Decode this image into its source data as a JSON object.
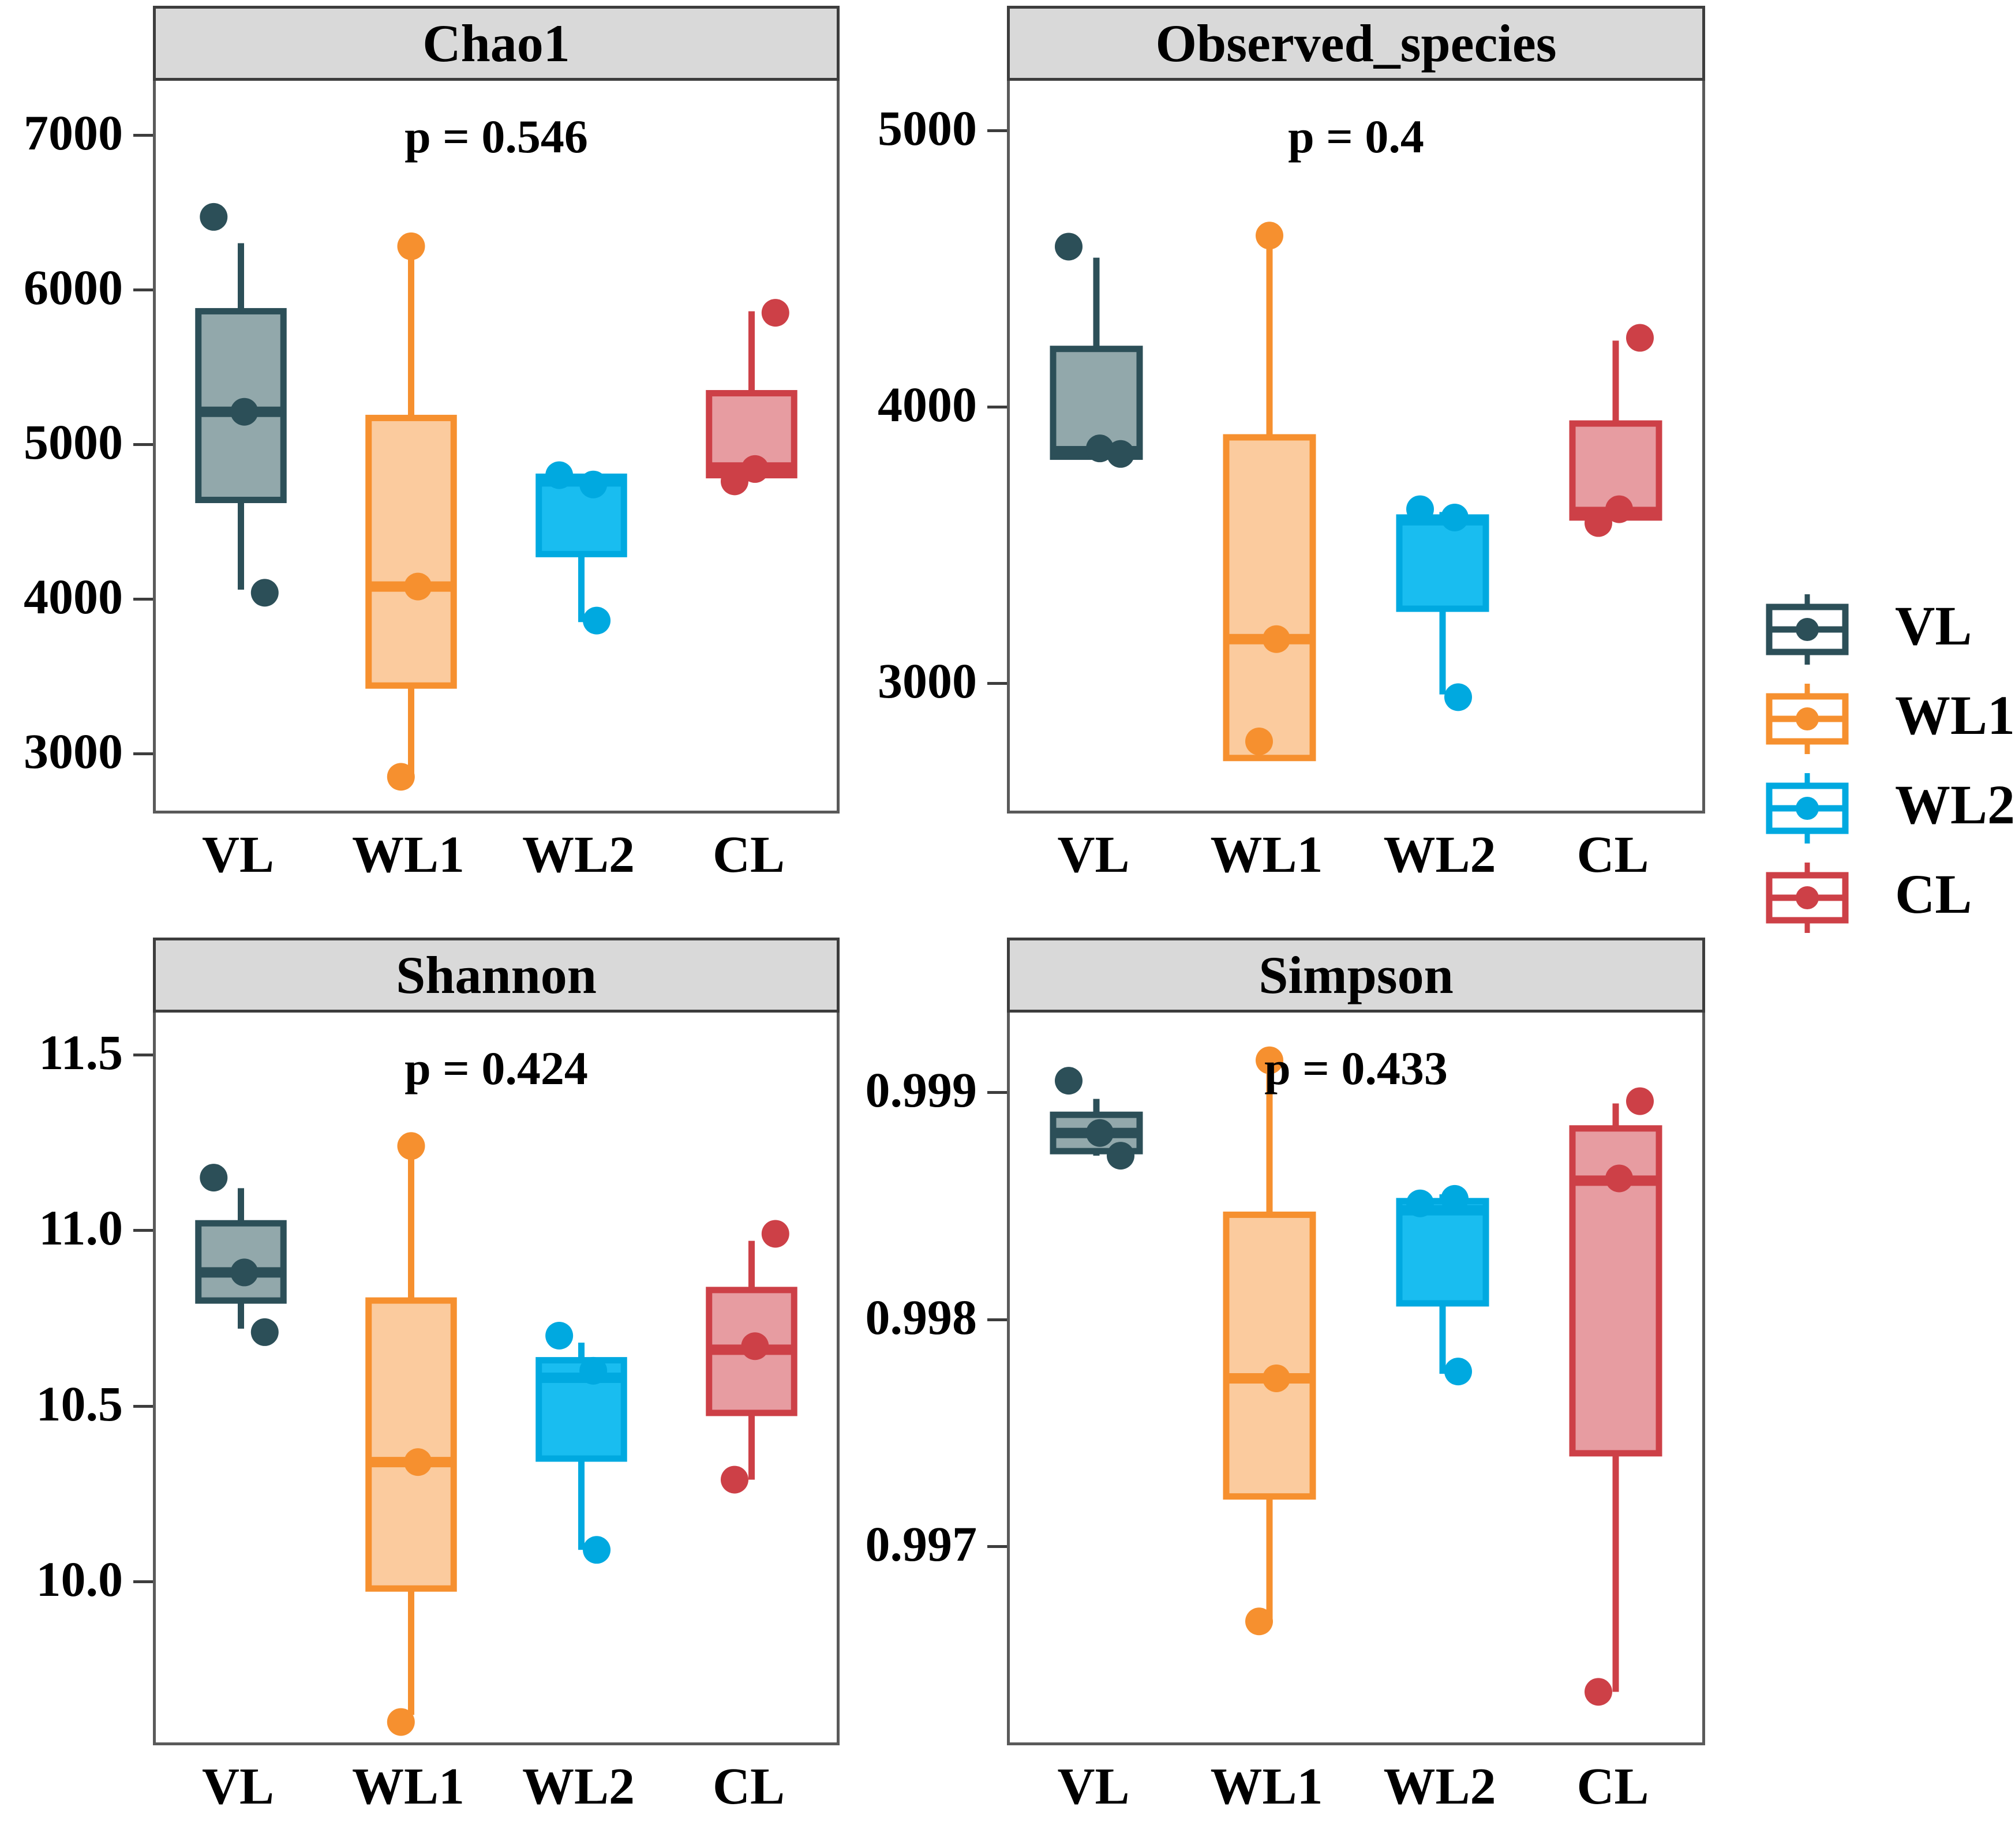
{
  "figure": {
    "kind": "alpha-diversity-boxplot-grid",
    "panel_order": [
      "Chao1",
      "Observed_species",
      "Shannon",
      "Simpson"
    ]
  },
  "groups": [
    {
      "id": "VL",
      "label": "VL",
      "stroke": "#2c4f58",
      "fill": "#92a8ab",
      "point": "#2c4f58"
    },
    {
      "id": "WL1",
      "label": "WL1",
      "stroke": "#f6902f",
      "fill": "#fbcb9e",
      "point": "#f6902f"
    },
    {
      "id": "WL2",
      "label": "WL2",
      "stroke": "#00a9e0",
      "fill": "#19bdf0",
      "point": "#00a9e0"
    },
    {
      "id": "CL",
      "label": "CL",
      "stroke": "#cd4047",
      "fill": "#e79ca1",
      "point": "#cd4047"
    }
  ],
  "legend": {
    "position": "right",
    "items": [
      "VL",
      "WL1",
      "WL2",
      "CL"
    ]
  },
  "xaxis": {
    "categories": [
      "VL",
      "WL1",
      "WL2",
      "CL"
    ]
  },
  "chart_data": [
    {
      "type": "boxplot",
      "title": "Chao1",
      "annotation": "p = 0.546",
      "p_value": 0.546,
      "xlabel": "",
      "ylabel": "",
      "categories": [
        "VL",
        "WL1",
        "WL2",
        "CL"
      ],
      "yticks": [
        7000,
        6000,
        5000,
        4000,
        3000
      ],
      "ytick_labels": [
        "7000",
        "6000",
        "5000",
        "4000",
        "3000"
      ],
      "ylim": [
        2650,
        7350
      ],
      "grid": false,
      "boxes": [
        {
          "group": "VL",
          "lower_whisker": 4060,
          "q1": 4640,
          "median": 5210,
          "q3": 5860,
          "upper_whisker": 6300,
          "points": [
            6470,
            5210,
            4040
          ]
        },
        {
          "group": "WL1",
          "lower_whisker": 2840,
          "q1": 3440,
          "median": 4080,
          "q3": 5170,
          "upper_whisker": 6290,
          "points": [
            6280,
            4080,
            2850
          ]
        },
        {
          "group": "WL2",
          "lower_whisker": 3850,
          "q1": 4290,
          "median": 4760,
          "q3": 4790,
          "upper_whisker": 4800,
          "points": [
            4800,
            4740,
            3860
          ]
        },
        {
          "group": "CL",
          "lower_whisker": 4760,
          "q1": 4800,
          "median": 4850,
          "q3": 5330,
          "upper_whisker": 5860,
          "points": [
            5850,
            4840,
            4760
          ]
        }
      ]
    },
    {
      "type": "boxplot",
      "title": "Observed_species",
      "annotation": "p = 0.4",
      "p_value": 0.4,
      "xlabel": "",
      "ylabel": "",
      "categories": [
        "VL",
        "WL1",
        "WL2",
        "CL"
      ],
      "yticks": [
        5000,
        4000,
        3000
      ],
      "ytick_labels": [
        "5000",
        "4000",
        "3000"
      ],
      "ylim": [
        2550,
        5180
      ],
      "grid": false,
      "boxes": [
        {
          "group": "VL",
          "lower_whisker": 3820,
          "q1": 3820,
          "median": 3840,
          "q3": 4210,
          "upper_whisker": 4540,
          "points": [
            4580,
            3850,
            3830
          ]
        },
        {
          "group": "WL1",
          "lower_whisker": 2730,
          "q1": 2730,
          "median": 3160,
          "q3": 3890,
          "upper_whisker": 4610,
          "points": [
            4620,
            3160,
            2790
          ]
        },
        {
          "group": "WL2",
          "lower_whisker": 2960,
          "q1": 3270,
          "median": 3590,
          "q3": 3600,
          "upper_whisker": 3620,
          "points": [
            3630,
            3600,
            2950
          ]
        },
        {
          "group": "CL",
          "lower_whisker": 3600,
          "q1": 3600,
          "median": 3620,
          "q3": 3940,
          "upper_whisker": 4240,
          "points": [
            4250,
            3630,
            3580
          ]
        }
      ]
    },
    {
      "type": "boxplot",
      "title": "Shannon",
      "annotation": "p = 0.424",
      "p_value": 0.424,
      "xlabel": "",
      "ylabel": "",
      "categories": [
        "VL",
        "WL1",
        "WL2",
        "CL"
      ],
      "yticks": [
        11.5,
        11.0,
        10.5,
        10.0
      ],
      "ytick_labels": [
        "11.5",
        "11.0",
        "10.5",
        "10.0"
      ],
      "ylim": [
        9.55,
        11.62
      ],
      "grid": false,
      "boxes": [
        {
          "group": "VL",
          "lower_whisker": 10.72,
          "q1": 10.8,
          "median": 10.88,
          "q3": 11.02,
          "upper_whisker": 11.12,
          "points": [
            11.15,
            10.88,
            10.71
          ]
        },
        {
          "group": "WL1",
          "lower_whisker": 9.62,
          "q1": 9.98,
          "median": 10.34,
          "q3": 10.8,
          "upper_whisker": 11.22,
          "points": [
            11.24,
            10.34,
            9.6
          ]
        },
        {
          "group": "WL2",
          "lower_whisker": 10.09,
          "q1": 10.35,
          "median": 10.58,
          "q3": 10.63,
          "upper_whisker": 10.68,
          "points": [
            10.7,
            10.6,
            10.09
          ]
        },
        {
          "group": "CL",
          "lower_whisker": 10.29,
          "q1": 10.48,
          "median": 10.66,
          "q3": 10.83,
          "upper_whisker": 10.97,
          "points": [
            10.99,
            10.67,
            10.29
          ]
        }
      ]
    },
    {
      "type": "boxplot",
      "title": "Simpson",
      "annotation": "p = 0.433",
      "p_value": 0.433,
      "xlabel": "",
      "ylabel": "",
      "categories": [
        "VL",
        "WL1",
        "WL2",
        "CL"
      ],
      "yticks": [
        0.999,
        0.998,
        0.997
      ],
      "ytick_labels": [
        "0.999",
        "0.998",
        "0.997"
      ],
      "ylim": [
        0.99615,
        0.99935
      ],
      "grid": false,
      "boxes": [
        {
          "group": "VL",
          "lower_whisker": 0.99872,
          "q1": 0.99874,
          "median": 0.99882,
          "q3": 0.9989,
          "upper_whisker": 0.99897,
          "points": [
            0.99905,
            0.99882,
            0.99872
          ]
        },
        {
          "group": "WL1",
          "lower_whisker": 0.99668,
          "q1": 0.99722,
          "median": 0.99774,
          "q3": 0.99846,
          "upper_whisker": 0.99912,
          "points": [
            0.99914,
            0.99774,
            0.99667
          ]
        },
        {
          "group": "WL2",
          "lower_whisker": 0.99776,
          "q1": 0.99807,
          "median": 0.99848,
          "q3": 0.99852,
          "upper_whisker": 0.99855,
          "points": [
            0.99851,
            0.99853,
            0.99777
          ]
        },
        {
          "group": "CL",
          "lower_whisker": 0.99636,
          "q1": 0.99741,
          "median": 0.99861,
          "q3": 0.99884,
          "upper_whisker": 0.99895,
          "points": [
            0.99896,
            0.99862,
            0.99636
          ]
        }
      ]
    }
  ]
}
